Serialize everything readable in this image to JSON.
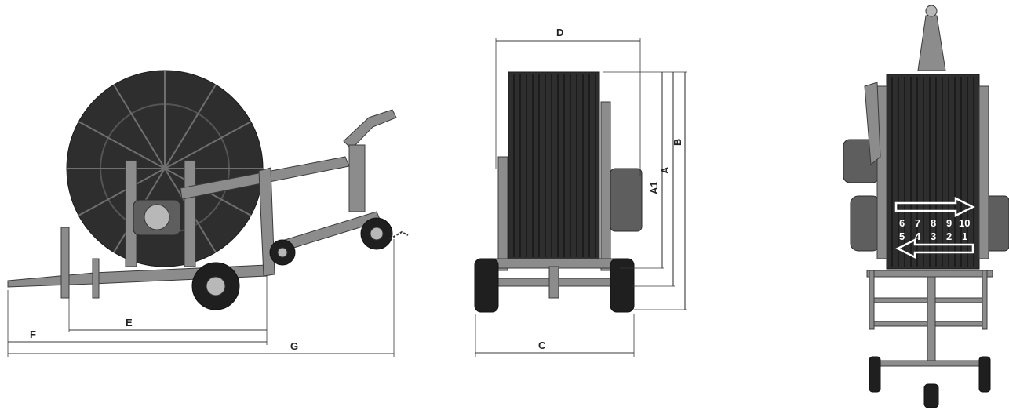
{
  "dimensions": {
    "side_view": [
      "E",
      "F",
      "G"
    ],
    "front_view": [
      "D",
      "C",
      "A1",
      "A",
      "B"
    ],
    "top_view_numbers_top": [
      "6",
      "7",
      "8",
      "9",
      "10"
    ],
    "top_view_numbers_bottom": [
      "5",
      "4",
      "3",
      "2",
      "1"
    ]
  },
  "colors": {
    "drum": "#2e2e2e",
    "frame": "#8c8c8c",
    "tyre": "#1f1f1f",
    "dimension_line": "#3a3a3a",
    "arrow_outline": "#ffffff"
  }
}
